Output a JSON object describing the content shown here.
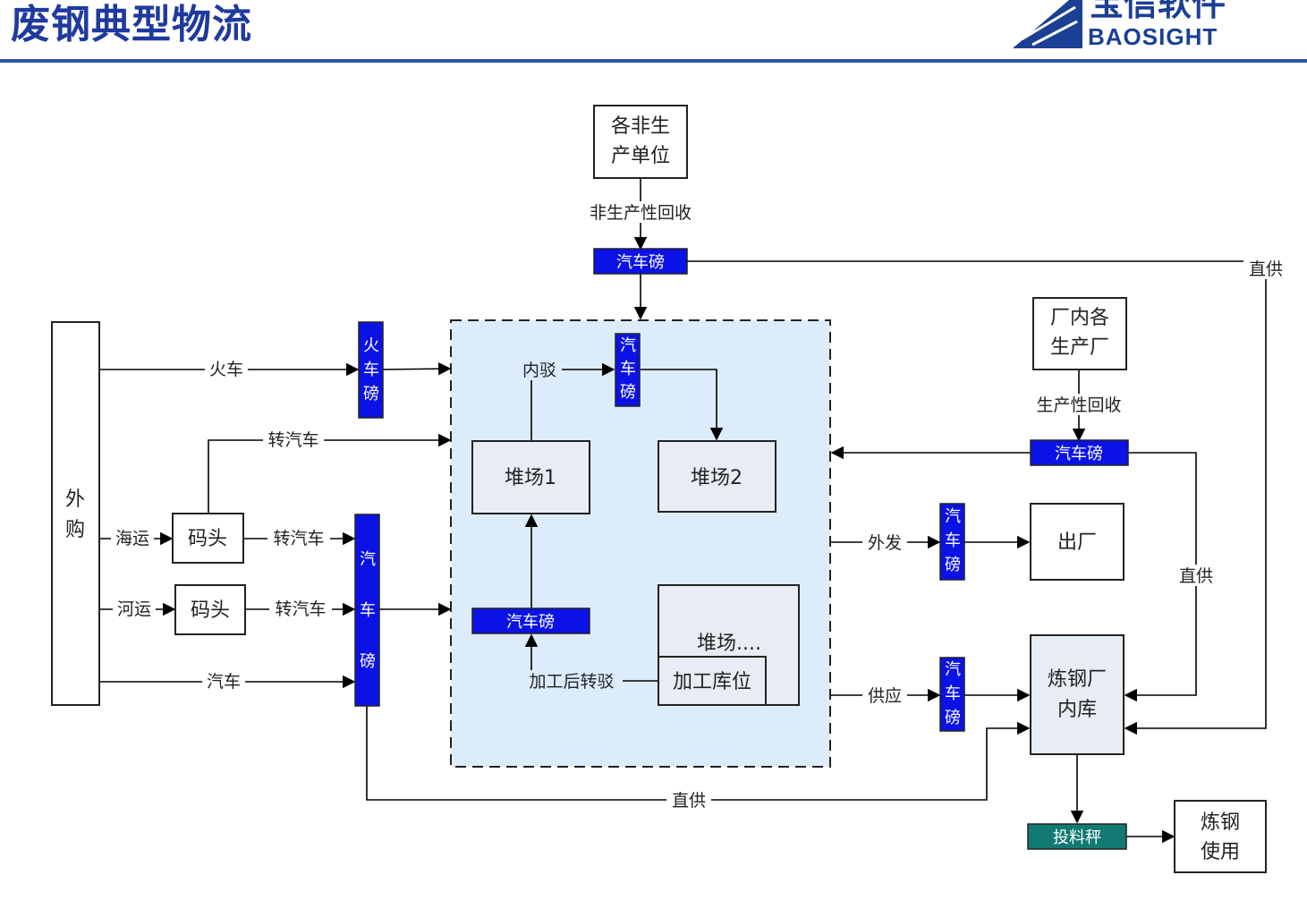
{
  "header": {
    "title": "废钢典型物流",
    "brand_cn": "宝信软件",
    "brand_en": "BAOSIGHT"
  },
  "nodes": {
    "external_purchase": [
      "外",
      "购"
    ],
    "non_production_units": [
      "各非生",
      "产单位"
    ],
    "internal_plants": [
      "厂内各",
      "生产厂"
    ],
    "yard1": "堆场1",
    "yard2": "堆场2",
    "yard_more": "堆场....",
    "processing_bay": "加工库位",
    "dock_sea": "码头",
    "dock_river": "码头",
    "exit_plant": "出厂",
    "steel_plant_store": [
      "炼钢厂",
      "内库"
    ],
    "steel_use": [
      "炼钢",
      "使用"
    ]
  },
  "scales": {
    "truck_scale": "汽车磅",
    "truck_scale_v": [
      "汽",
      "车",
      "磅"
    ],
    "rail_scale_v": [
      "火",
      "车",
      "磅"
    ],
    "charging_scale": "投料秤"
  },
  "labels": {
    "train": "火车",
    "sea": "海运",
    "river": "河运",
    "truck": "汽车",
    "transfer_truck": "转汽车",
    "non_production_recycle": "非生产性回收",
    "production_recycle": "生产性回收",
    "direct_supply": "直供",
    "internal_transfer": "内驳",
    "post_process_transfer": "加工后转驳",
    "ship_out": "外发",
    "supply": "供应"
  },
  "colors": {
    "scale_blue": "#0b12e6",
    "scale_teal": "#127a72",
    "yard_area": "#dcecfb",
    "box_gray": "#e8ecf4",
    "title_blue": "#1f3a9e"
  }
}
